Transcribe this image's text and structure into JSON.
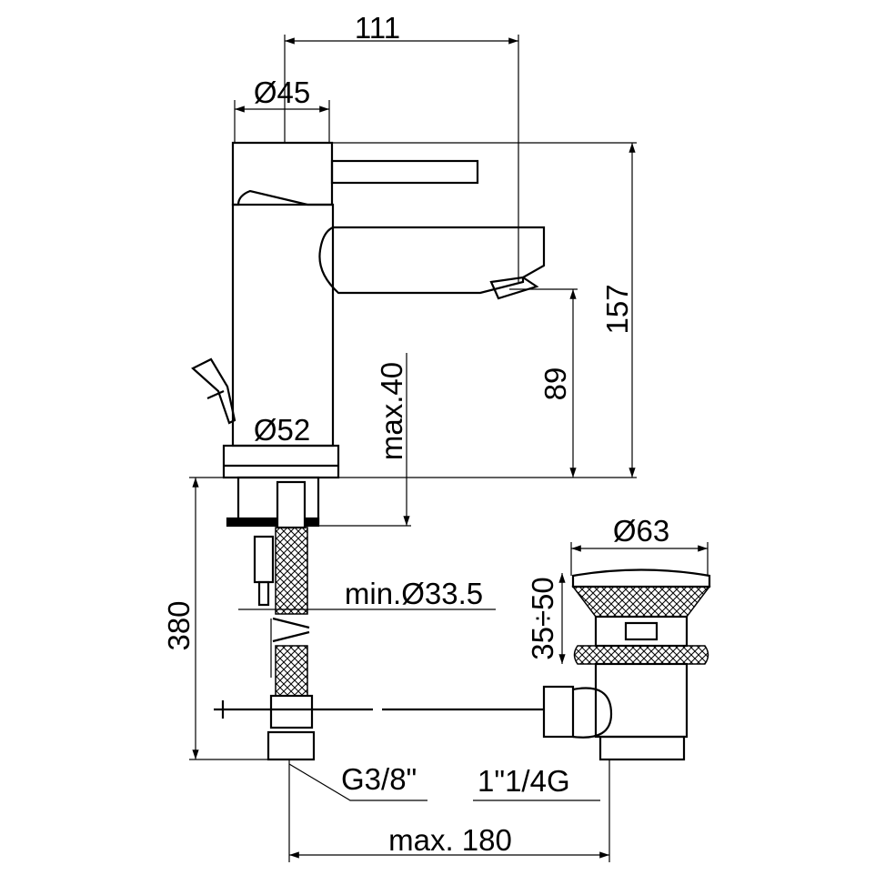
{
  "drawing": {
    "dim_spout_reach": "111",
    "dim_lever_diameter": "Ø45",
    "dim_total_height": "157",
    "dim_spout_height": "89",
    "dim_max_deck_thickness": "max.40",
    "dim_base_diameter": "Ø52",
    "dim_hose_length": "380",
    "dim_min_hole": "min.Ø33.5",
    "dim_drain_diameter": "Ø63",
    "dim_drain_range": "35÷50",
    "conn_hose": "G3/8\"",
    "conn_drain": "1\"1/4G",
    "dim_max_rod": "max. 180"
  }
}
